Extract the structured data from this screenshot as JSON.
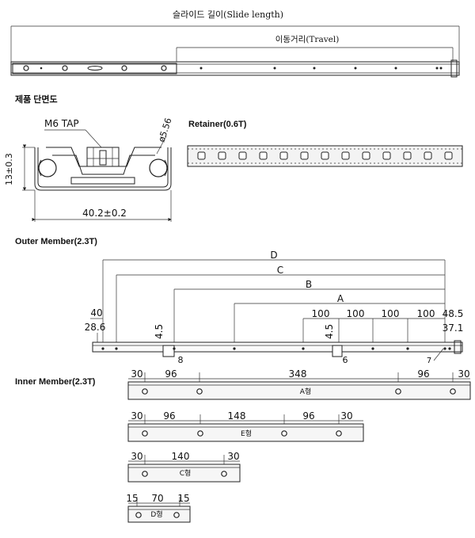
{
  "top": {
    "slide_length": "슬라이드 길이(Slide length)",
    "travel": "이동거리(Travel)"
  },
  "section_titles": {
    "cross_section": "제품 단면도",
    "retainer": "Retainer(0.6T)",
    "outer": "Outer Member(2.3T)",
    "inner": "Inner Member(2.3T)"
  },
  "cross_section": {
    "tap": "M6 TAP",
    "diameter": "ø5.56",
    "height": "13±0.3",
    "width": "40.2±0.2"
  },
  "outer_member": {
    "labels": {
      "D": "D",
      "C": "C",
      "B": "B",
      "A": "A"
    },
    "dims": {
      "d40": "40",
      "d28_6": "28.6",
      "d4_5a": "4.5",
      "d8": "8",
      "d4_5b": "4.5",
      "d6": "6",
      "d100a": "100",
      "d100b": "100",
      "d100c": "100",
      "d100d": "100",
      "d48_5": "48.5",
      "d37_1": "37.1",
      "d7": "7"
    }
  },
  "inner_members": {
    "A": {
      "tag": "A형",
      "dims": [
        "30",
        "96",
        "348",
        "96",
        "30"
      ]
    },
    "E": {
      "tag": "E형",
      "dims": [
        "30",
        "96",
        "148",
        "96",
        "30"
      ]
    },
    "C": {
      "tag": "C형",
      "dims": [
        "30",
        "140",
        "30"
      ]
    },
    "D": {
      "tag": "D형",
      "dims": [
        "15",
        "70",
        "15"
      ]
    }
  }
}
